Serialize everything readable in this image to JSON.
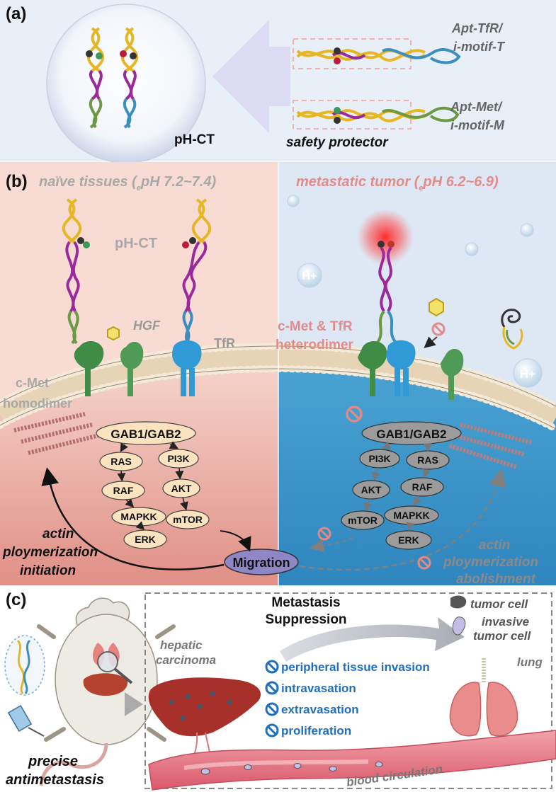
{
  "panel_a": {
    "label": "(a)",
    "strand1": "Apt-TfR/",
    "strand1b": "i-motif-T",
    "strand2": "Apt-Met/",
    "strand2b": "i-motif-M",
    "construct": "pH-CT",
    "protector": "safety protector"
  },
  "panel_b": {
    "label": "(b)",
    "left_title_pre": "naïve tissues (",
    "left_title_sub": "e",
    "left_title_post": "pH 7.2~7.4)",
    "right_title_pre": "metastatic tumor (",
    "right_title_sub": "e",
    "right_title_post": "pH 6.2~6.9)",
    "ph_ct": "pH-CT",
    "hgf": "HGF",
    "tfr": "TfR",
    "cmet_homo_1": "c-Met",
    "cmet_homo_2": "homodimer",
    "heterodimer_1": "c-Met & TfR",
    "heterodimer_2": "heterodimer",
    "proton": "H+",
    "left_pathway": {
      "gab": "GAB1/GAB2",
      "ras": "RAS",
      "raf": "RAF",
      "mapkk": "MAPKK",
      "erk": "ERK",
      "pi3k": "PI3K",
      "akt": "AKT",
      "mtor": "mTOR"
    },
    "right_pathway": {
      "gab": "GAB1/GAB2",
      "pi3k": "PI3K",
      "akt": "AKT",
      "mtor": "mTOR",
      "ras": "RAS",
      "raf": "RAF",
      "mapkk": "MAPKK",
      "erk": "ERK"
    },
    "migration": "Migration",
    "actin_left_1": "actin",
    "actin_left_2": "ploymerization",
    "actin_left_3": "initiation",
    "actin_right_1": "actin",
    "actin_right_2": "ploymerization",
    "actin_right_3": "abolishment"
  },
  "panel_c": {
    "label": "(c)",
    "suppression_1": "Metastasis",
    "suppression_2": "Suppression",
    "tumor_cell": "tumor cell",
    "invasive_1": "invasive",
    "invasive_2": "tumor cell",
    "hepatic_1": "hepatic",
    "hepatic_2": "carcinoma",
    "lung": "lung",
    "inhibited": [
      "peripheral tissue invasion",
      "intravasation",
      "extravasation",
      "proliferation"
    ],
    "blood": "blood circulation",
    "precise_1": "precise",
    "precise_2": "antimetastasis"
  },
  "colors": {
    "panel_a_bg": "#e9eff7",
    "left_bg": "#f8dcd3",
    "right_bg": "#dde8f4",
    "tumor_cell_blue": "#3f96c8",
    "normal_cell_pink": "#e79a92",
    "inhibit_blue": "#1f6fc0",
    "strand_yellow": "#e6b623",
    "strand_purple": "#9a2a9c",
    "strand_green": "#6c9a43",
    "strand_blue": "#3a8fbf"
  }
}
